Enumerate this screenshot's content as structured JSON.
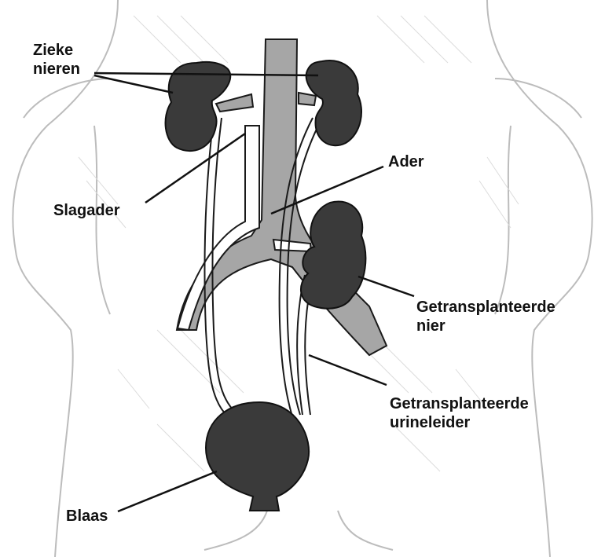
{
  "diagram": {
    "labels": {
      "diseased_kidneys": [
        "Zieke",
        "nieren"
      ],
      "artery": "Slagader",
      "vein": "Ader",
      "transplanted_kidney": [
        "Getransplanteerde",
        "nier"
      ],
      "transplanted_ureter": [
        "Getransplanteerde",
        "urineleider"
      ],
      "bladder": "Blaas"
    },
    "colors": {
      "organ_fill": "#3a3a3a",
      "vessel_fill": "#a6a6a6",
      "outline": "#1a1a1a",
      "sketch": "#c8c8c8",
      "background": "#ffffff"
    }
  }
}
